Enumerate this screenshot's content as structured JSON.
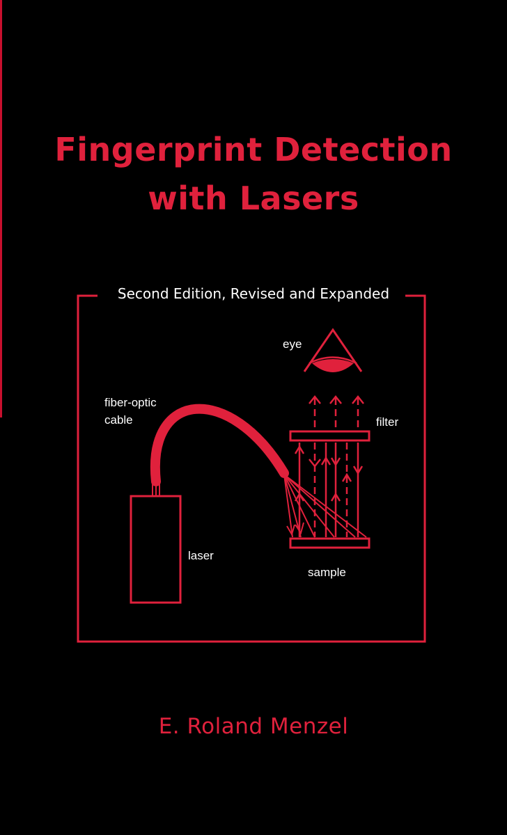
{
  "cover": {
    "title_line1": "Fingerprint Detection",
    "title_line2": "with Lasers",
    "edition": "Second Edition, Revised and Expanded",
    "author": "E. Roland Menzel"
  },
  "diagram": {
    "label_eye": "eye",
    "label_filter": "filter",
    "label_fiber_line1": "fiber-optic",
    "label_fiber_line2": "cable",
    "label_laser": "laser",
    "label_sample": "sample"
  },
  "colors": {
    "accent": "#e0213c",
    "background": "#000000",
    "text": "#ffffff"
  }
}
